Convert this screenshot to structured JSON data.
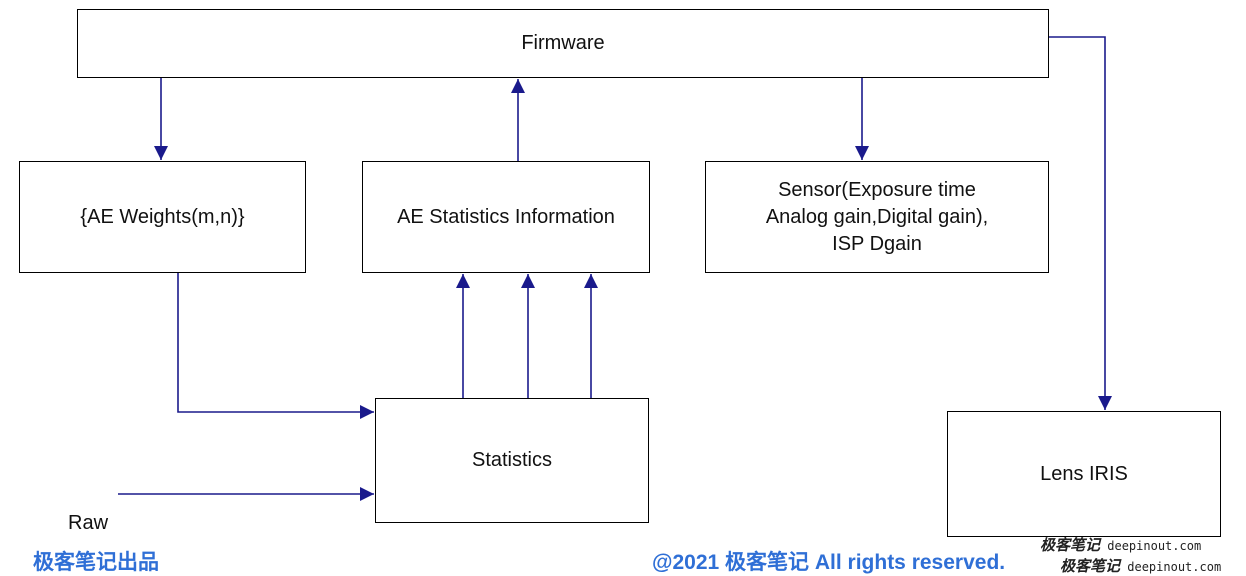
{
  "diagram": {
    "nodes": {
      "firmware": "Firmware",
      "ae_weights": "{AE Weights(m,n)}",
      "ae_stats_info": "AE Statistics Information",
      "sensor": "Sensor(Exposure time\nAnalog gain,Digital gain),\nISP Dgain",
      "statistics": "Statistics",
      "lens_iris": "Lens IRIS"
    },
    "input_label": "Raw",
    "edges": [
      {
        "from": "firmware",
        "to": "ae_weights"
      },
      {
        "from": "ae_stats_info",
        "to": "firmware"
      },
      {
        "from": "firmware",
        "to": "sensor"
      },
      {
        "from": "firmware",
        "to": "lens_iris"
      },
      {
        "from": "ae_weights",
        "to": "statistics"
      },
      {
        "from": "raw",
        "to": "statistics"
      },
      {
        "from": "statistics",
        "to": "ae_stats_info",
        "count": 3
      }
    ],
    "colors": {
      "arrow": "#1a1a8c",
      "box_border": "#000000",
      "footer_text": "#2f6fd6"
    }
  },
  "footer": {
    "brand": "极客笔记出品",
    "copyright": "@2021 极客笔记 All rights reserved."
  },
  "watermark": {
    "brand": "极客笔记",
    "site": "deepinout.com"
  }
}
